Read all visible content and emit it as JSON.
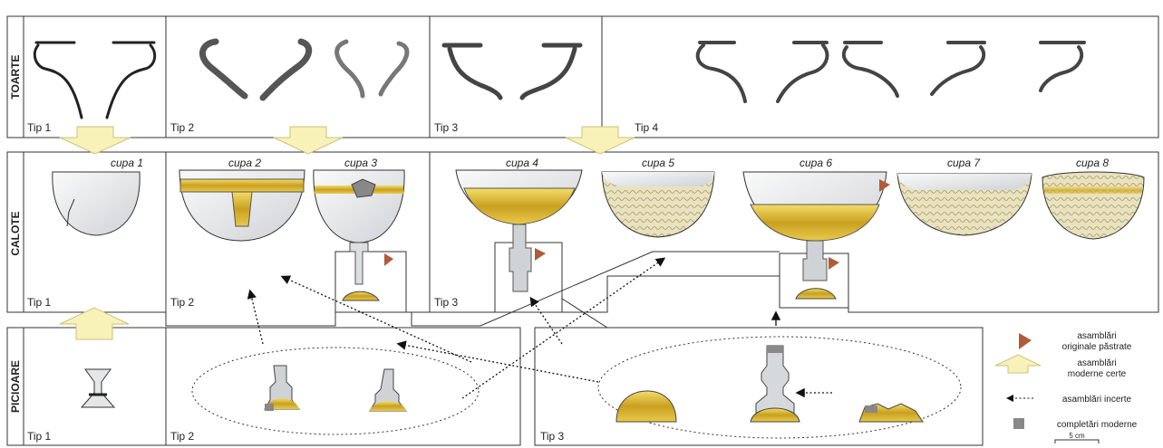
{
  "rows": {
    "toarte": "TOARTE",
    "calote": "CALOTE",
    "picioare": "PICIOARE"
  },
  "toarte_types": [
    "Tip 1",
    "Tip 2",
    "Tip 3",
    "Tip 4"
  ],
  "calote_types": [
    "Tip 1",
    "Tip 2",
    "Tip 3"
  ],
  "picioare_types": [
    "Tip 1",
    "Tip 2",
    "Tip 3"
  ],
  "cups": [
    "cupa 1",
    "cupa 2",
    "cupa 3",
    "cupa 4",
    "cupa 5",
    "cupa 6",
    "cupa 7",
    "cupa 8"
  ],
  "legend": {
    "original": [
      "asamblări",
      "originale păstrate"
    ],
    "modern": [
      "asamblări",
      "moderne certe"
    ],
    "uncertain": "asamblări incerte",
    "completions": "completări moderne",
    "scale": "5 cm"
  },
  "colors": {
    "gold": "#d9b21c",
    "arrow_fill": "#f8f2b8",
    "orig_marker": "#b15c38",
    "modern_completion": "#888888"
  }
}
